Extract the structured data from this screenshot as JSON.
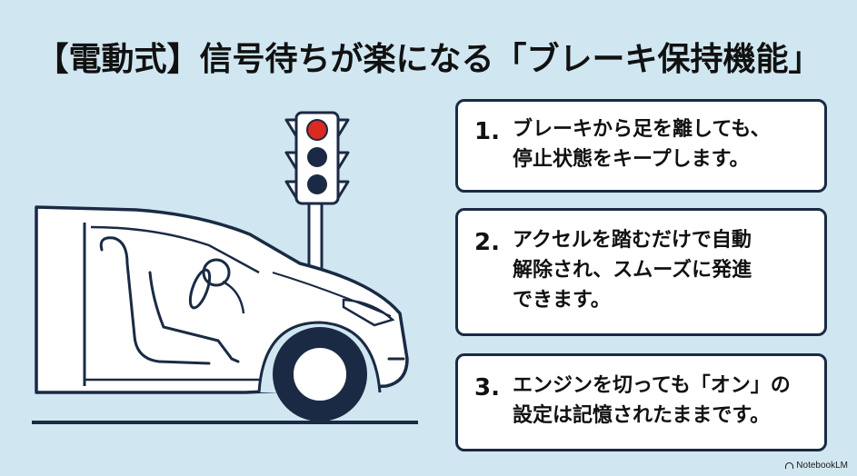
{
  "title": "【電動式】信号待ちが楽になる「ブレーキ保持機能」",
  "colors": {
    "background": "#d0e7f1",
    "outline": "#1a2a44",
    "signal_red": "#d92b22",
    "card_bg": "#ffffff"
  },
  "traffic_light": {
    "active": "red"
  },
  "cards": [
    {
      "number": "1.",
      "text": "ブレーキから足を離しても、\n停止状態をキープします。"
    },
    {
      "number": "2.",
      "text": "アクセルを踏むだけで自動\n解除され、スムーズに発進\nできます。"
    },
    {
      "number": "3.",
      "text": "エンジンを切っても「オン」の\n設定は記憶されたままです。"
    }
  ],
  "brand": "NotebookLM"
}
